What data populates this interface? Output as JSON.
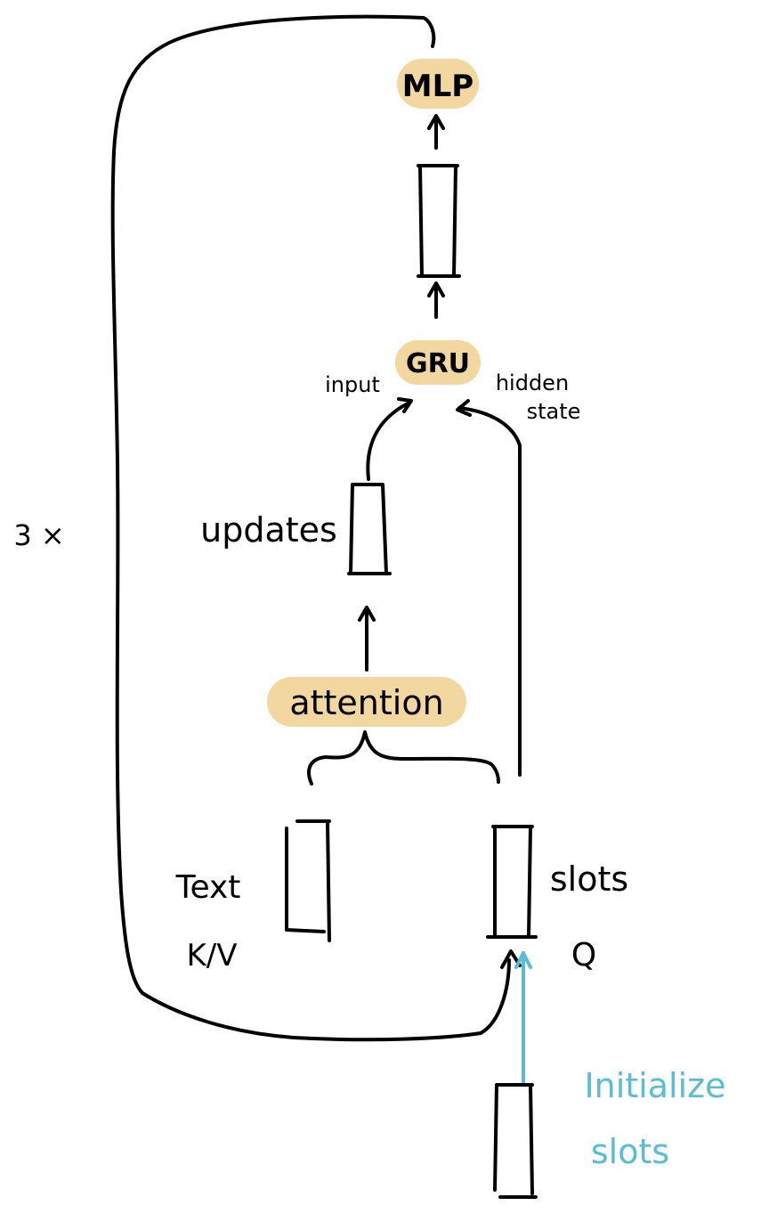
{
  "diagram": {
    "colors": {
      "ink": "#000000",
      "highlight": "#f3d7a1",
      "init_accent": "#5bbcd6",
      "background": "#ffffff"
    },
    "nodes": {
      "mlp": "MLP",
      "gru": "GRU",
      "attention": "attention",
      "updates": "updates",
      "input": "input",
      "hidden_state_line1": "hidden",
      "hidden_state_line2": "state",
      "repeat": "3 ×",
      "text_line1": "Text",
      "text_line2": "K/V",
      "slots": "slots",
      "query": "Q",
      "init_line1": "Initialize",
      "init_line2": "slots"
    }
  }
}
